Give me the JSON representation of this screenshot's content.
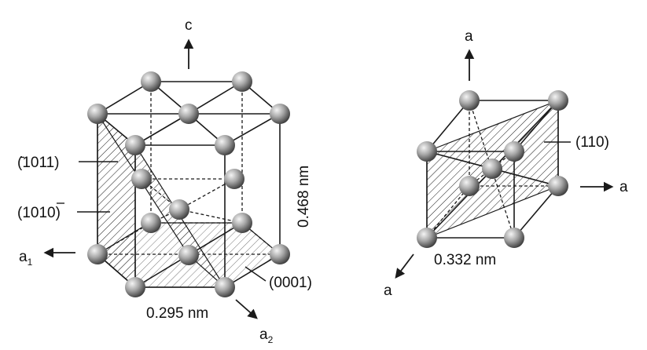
{
  "hcp": {
    "axis_c": "c",
    "axis_a1": "a",
    "axis_a1_sub": "1",
    "axis_a2": "a",
    "axis_a2_sub": "2",
    "plane_pyramidal": "(̄1011)",
    "plane_prismatic": "(1010)",
    "plane_prismatic_bar_digit": "0",
    "plane_basal": "(0001)",
    "dim_height": "0.468 nm",
    "dim_a": "0.295 nm"
  },
  "bcc": {
    "axis_top": "a",
    "axis_right": "a",
    "axis_front": "a",
    "plane": "(110)",
    "dim_a": "0.332 nm"
  },
  "colors": {
    "line": "#1a1a1a",
    "atom_light": "#eeeeee",
    "atom_mid": "#9a9a9a",
    "atom_dark": "#3a3a3a"
  }
}
